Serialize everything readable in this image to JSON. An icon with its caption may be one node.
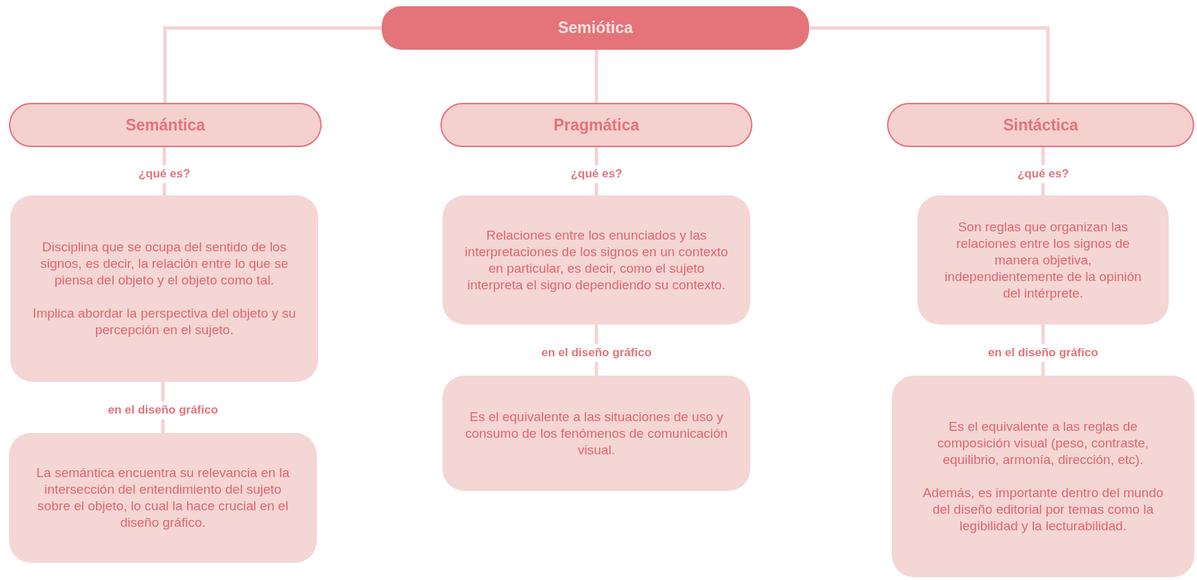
{
  "diagram": {
    "nodes": [
      {
        "text": [
          "Semiótica"
        ]
      },
      {
        "text": [
          "Semántica"
        ]
      },
      {
        "text": [
          "Pragmática"
        ]
      },
      {
        "text": [
          "Sintáctica"
        ]
      },
      {
        "text": [
          "Disciplina que se ocupa del sentido de los signos, es decir, la relación entre lo que se piensa del objeto y el objeto como tal.",
          "Implica abordar la perspectiva del objeto y su percepción en el sujeto."
        ]
      },
      {
        "text": [
          "La semántica encuentra su relevancia en la intersección del entendimiento del sujeto sobre el objeto, lo cual la hace crucial en el diseño gráfico."
        ]
      },
      {
        "text": [
          "Relaciones entre los enunciados y las interpretaciones de los signos en un contexto en particular, es decir, como el sujeto interpreta el signo dependiendo su contexto."
        ]
      },
      {
        "text": [
          "Es el equivalente a las situaciones de uso y consumo de los fenómenos de comunicación visual."
        ]
      },
      {
        "text": [
          "Son reglas que organizan las relaciones entre los signos de manera objetiva, independientemente de la opinión del intérprete."
        ]
      },
      {
        "text": [
          "Es el equivalente a las reglas de composición visual (peso, contraste, equilibrio, armonía, dirección, etc).",
          "Además, es importante dentro del mundo del diseño editorial por temas como la legibilidad y la lecturabilidad."
        ]
      }
    ],
    "edges": [
      {
        "from": 0,
        "to": 1,
        "arrow": "none"
      },
      {
        "from": 0,
        "to": 2,
        "arrow": "none"
      },
      {
        "from": 0,
        "to": 3,
        "arrow": "none"
      },
      {
        "from": 1,
        "to": 4,
        "arrow": "none",
        "label": "¿qué es?"
      },
      {
        "from": 4,
        "to": 5,
        "arrow": "none",
        "label": "en el diseño gráfico"
      },
      {
        "from": 2,
        "to": 6,
        "arrow": "none",
        "label": "¿qué es?"
      },
      {
        "from": 6,
        "to": 7,
        "arrow": "none",
        "label": "en el diseño gráfico"
      },
      {
        "from": 3,
        "to": 8,
        "arrow": "none",
        "label": "¿qué es?"
      },
      {
        "from": 8,
        "to": 9,
        "arrow": "none",
        "label": "en el diseño gráfico"
      }
    ]
  }
}
